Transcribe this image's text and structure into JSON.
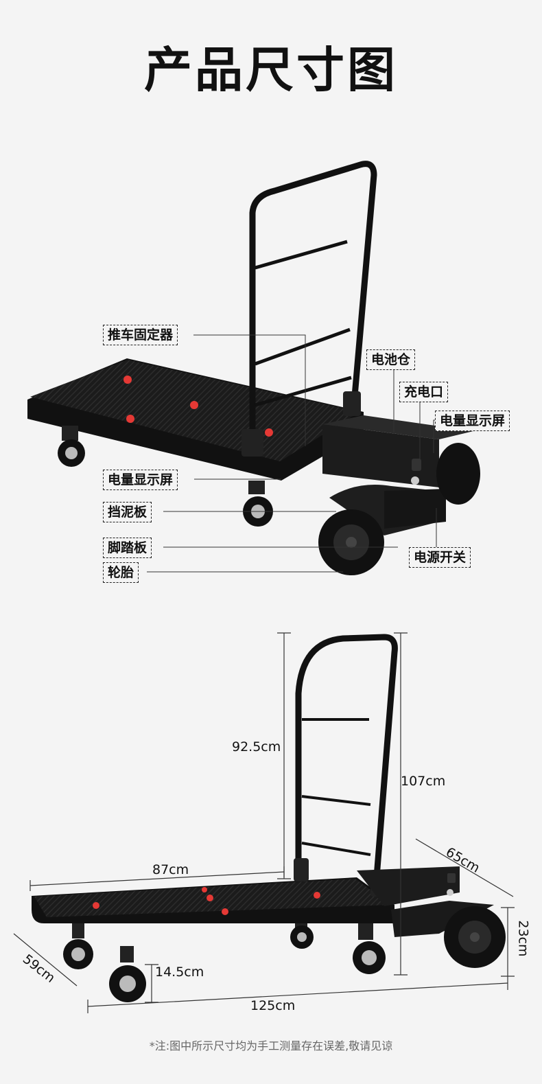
{
  "title": "产品尺寸图",
  "labels": {
    "cart_lock": "推车固定器",
    "battery_bay": "电池仓",
    "charge_port": "充电口",
    "battery_display_right": "电量显示屏",
    "battery_display_left": "电量显示屏",
    "fender": "挡泥板",
    "footrest": "脚踏板",
    "power_switch": "电源开关",
    "tire": "轮胎"
  },
  "dimensions": {
    "handle_height": "92.5cm",
    "total_height": "107cm",
    "deck_length": "87cm",
    "rear_width": "65cm",
    "rear_height": "23cm",
    "deck_width": "59cm",
    "ground_clearance": "14.5cm",
    "total_length": "125cm"
  },
  "note": "*注:图中所示尺寸均为手工测量存在误差,敬请见谅",
  "colors": {
    "accent": "#e53935",
    "body": "#1a1a1a",
    "background": "#f4f4f4"
  }
}
